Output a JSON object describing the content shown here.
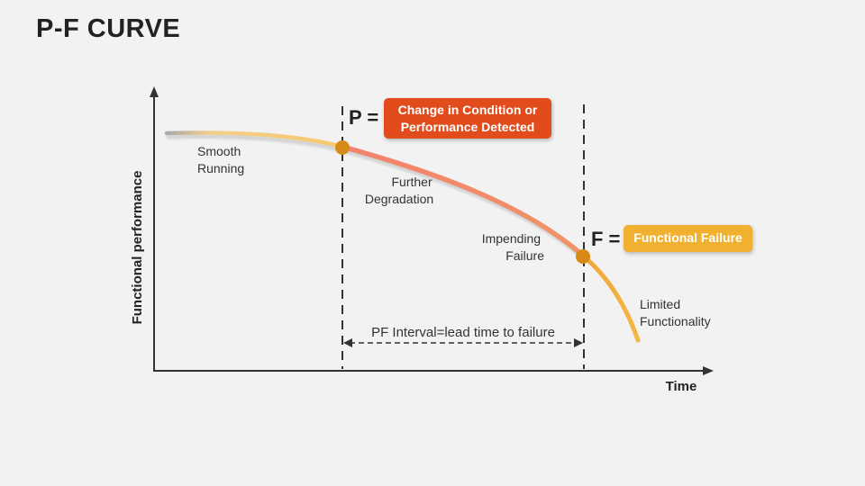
{
  "title": "P-F CURVE",
  "colors": {
    "background": "#f2f2f2",
    "curve_start": "#f6c86e",
    "curve_mid": "#f08a6c",
    "curve_end": "#f0b03c",
    "marker": "#d88a16",
    "callout_p": "#e24b1b",
    "callout_f": "#f0b030",
    "axis": "#333333"
  },
  "axes": {
    "x_label": "Time",
    "y_label": "Functional performance"
  },
  "points": {
    "p": {
      "letter": "P =",
      "callout": [
        "Change in Condition or",
        "Performance Detected"
      ]
    },
    "f": {
      "letter": "F =",
      "callout": "Functional Failure"
    }
  },
  "stages": {
    "smooth": [
      "Smooth",
      "Running"
    ],
    "further": [
      "Further",
      "Degradation"
    ],
    "impending": [
      "Impending",
      "Failure"
    ],
    "limited": [
      "Limited",
      "Functionality"
    ]
  },
  "interval_label": "PF Interval=lead time to failure"
}
